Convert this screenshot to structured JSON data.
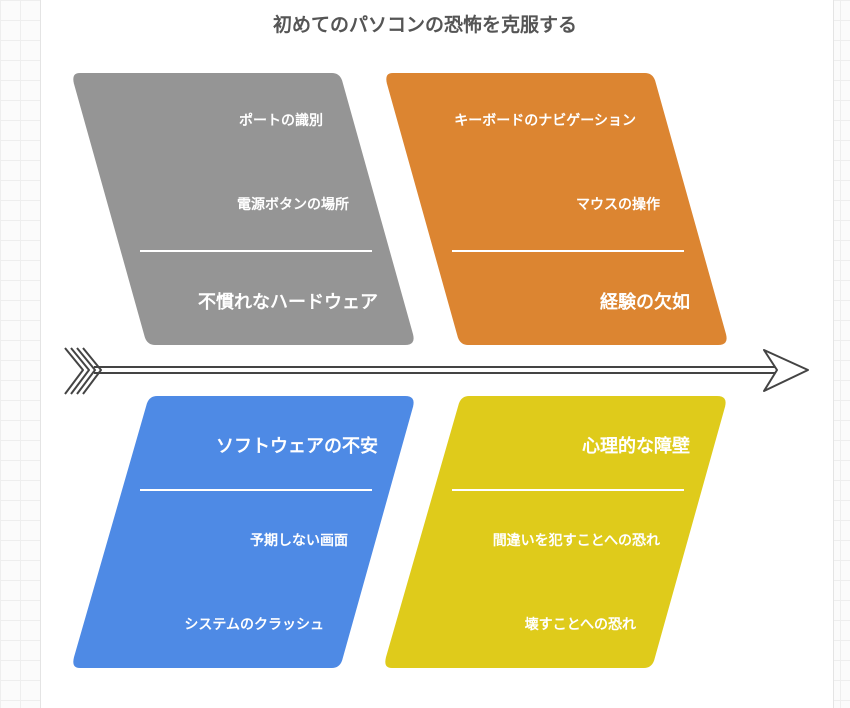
{
  "title": "初めてのパソコンの恐怖を克服する",
  "colors": {
    "hardware": "#959595",
    "experience": "#dc8531",
    "software": "#4e8ae5",
    "psychology": "#dfcb1b",
    "spine": "#444444"
  },
  "categories": {
    "hardware": {
      "label": "不慣れなハードウェア",
      "causes": [
        "ポートの識別",
        "電源ボタンの場所"
      ]
    },
    "experience": {
      "label": "経験の欠如",
      "causes": [
        "キーボードのナビゲーション",
        "マウスの操作"
      ]
    },
    "software": {
      "label": "ソフトウェアの不安",
      "causes": [
        "予期しない画面",
        "システムのクラッシュ"
      ]
    },
    "psychology": {
      "label": "心理的な障壁",
      "causes": [
        "間違いを犯すことへの恐れ",
        "壊すことへの恐れ"
      ]
    }
  }
}
